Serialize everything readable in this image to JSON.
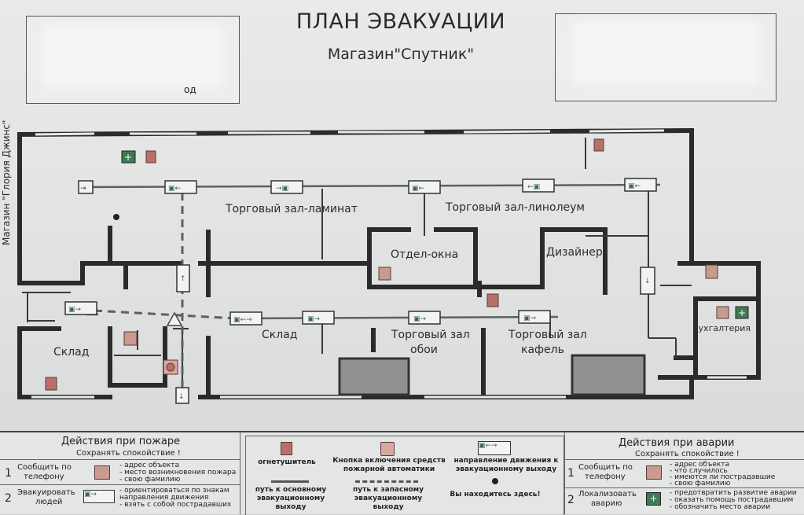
{
  "header": {
    "title": "ПЛАН ЭВАКУАЦИИ",
    "subtitle": "Магазин\"Спутник\"",
    "left_box_fragment": "од",
    "right_box_fragment": ""
  },
  "side_label": "Магазин \"Глория Джинс\"",
  "rooms": {
    "laminate": "Торговый зал-ламинат",
    "linoleum": "Торговый зал-линолеум",
    "windows": "Отдел-окна",
    "designer": "Дизайнер",
    "warehouse_left": "Склад",
    "warehouse_mid": "Склад",
    "wallpaper_1": "Торговый зал",
    "wallpaper_2": "обои",
    "tile_1": "Торговый зал",
    "tile_2": "кафель",
    "accounting": "Бухгалтерия"
  },
  "legend": {
    "fire": {
      "title": "Действия при пожаре",
      "calm": "Сохранять спокойствие !",
      "step1_num": "1",
      "step1_label_1": "Сообщить по",
      "step1_label_2": "телефону",
      "step1_items": [
        "- адрес объекта",
        "- место возникновения пожара",
        "- свою фамилию"
      ],
      "step2_num": "2",
      "step2_label_1": "Эвакуировать",
      "step2_label_2": "людей",
      "step2_items": [
        "- ориентироваться по знакам",
        "  направления движения",
        "- взять с собой пострадавших"
      ]
    },
    "symbols": {
      "extinguisher": "огнетушитель",
      "button_1": "Кнопка включения средств",
      "button_2": "пожарной автоматики",
      "direction_1": "направление движения к",
      "direction_2": "эвакуационному выходу",
      "main_path_1": "путь к основному",
      "main_path_2": "эвакуационному",
      "main_path_3": "выходу",
      "spare_path_1": "путь к запасному",
      "spare_path_2": "эвакуационному",
      "spare_path_3": "выходу",
      "you_are_here": "Вы находитесь здесь!"
    },
    "accident": {
      "title": "Действия при аварии",
      "calm": "Сохранять спокойствие !",
      "step1_num": "1",
      "step1_label_1": "Сообщить по",
      "step1_label_2": "телефону",
      "step1_items": [
        "- адрес объекта",
        "- что случилось",
        "- имеются ли пострадавшие",
        "- свою фамилию"
      ],
      "step2_num": "2",
      "step2_label_1": "Локализовать",
      "step2_label_2": "аварию",
      "step2_items": [
        "- предотвратить развитие аварии",
        "- оказать помощь пострадавшим",
        "- обозначить место аварии"
      ]
    }
  },
  "colors": {
    "wall": "#2b2b2b",
    "sign_red": "#b9706a",
    "sign_green": "#3f7a55",
    "path": "#6a6a6a"
  }
}
